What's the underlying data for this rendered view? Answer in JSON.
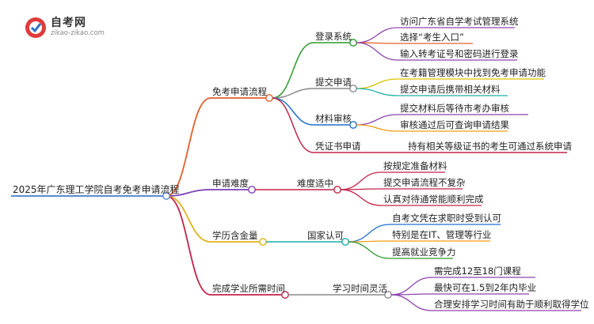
{
  "logo": {
    "name": "自考网",
    "url": "zikao-zikao.com"
  },
  "colors": {
    "branch1": "#e2612c",
    "branch2": "#7a3fb3",
    "branch3": "#e0b21a",
    "branch4": "#c4234a",
    "green": "#2d9a2d",
    "blue": "#1f6fd1",
    "gray": "#8a8a8a",
    "purple": "#8e44ad",
    "teal": "#1aaea8",
    "orange": "#f39c12",
    "yellow": "#d9c400"
  },
  "mindmap": {
    "root": "2025年广东理工学院自考免考申请流程",
    "branches": [
      {
        "label": "免考申请流程",
        "children": [
          {
            "label": "登录系统",
            "leaves": [
              "访问广东省自学考试管理系统",
              "选择“考生入口”",
              "输入转考证号和密码进行登录"
            ]
          },
          {
            "label": "提交申请",
            "leaves": [
              "在考籍管理模块中找到免考申请功能",
              "提交申请后携带相关材料"
            ]
          },
          {
            "label": "材料审核",
            "leaves": [
              "提交材料后等待市考办审核",
              "审核通过后可查询申请结果"
            ]
          },
          {
            "label": "凭证书申请",
            "leaves": [
              "持有相关等级证书的考生可通过系统申请"
            ]
          }
        ]
      },
      {
        "label": "申请难度",
        "children": [
          {
            "label": "难度适中",
            "leaves": [
              "按规定准备材料",
              "提交申请流程不复杂",
              "认真对待通常能顺利完成"
            ]
          }
        ]
      },
      {
        "label": "学历含金量",
        "children": [
          {
            "label": "国家认可",
            "leaves": [
              "自考文凭在求职时受到认可",
              "特别是在IT、管理等行业",
              "提高就业竞争力"
            ]
          }
        ]
      },
      {
        "label": "完成学业所需时间",
        "children": [
          {
            "label": "学习时间灵活",
            "leaves": [
              "需完成12至18门课程",
              "最快可在1.5到2年内毕业",
              "合理安排学习时间有助于顺利取得学位"
            ]
          }
        ]
      }
    ]
  }
}
